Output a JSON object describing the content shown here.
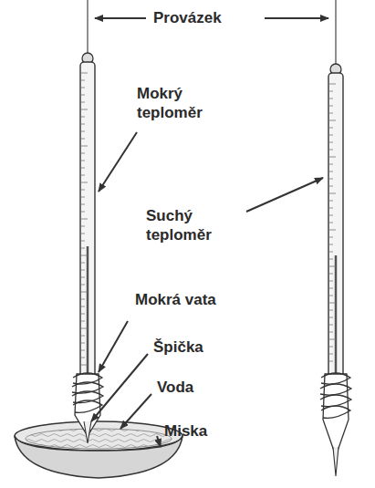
{
  "diagram": {
    "labels": [
      "Provázek",
      "Mokrý teploměr",
      "Suchý teploměr",
      "Mokrá vata",
      "Špička",
      "Voda",
      "Miska"
    ]
  }
}
